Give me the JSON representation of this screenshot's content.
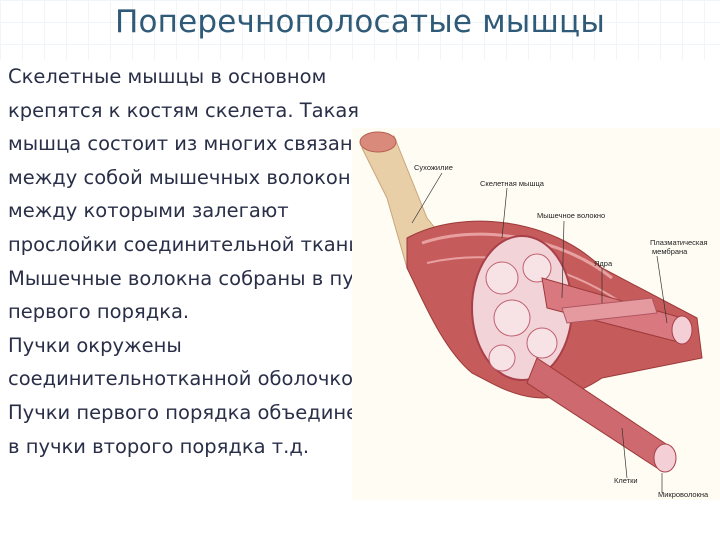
{
  "slide": {
    "title": "Поперечнополосатые мышцы",
    "paragraphs": [
      "Скелетные мышцы в основном крепятся к костям скелета. Такая мышца состоит из многих связанных между собой мышечных волокон, между которыми залегают прослойки соединительной ткани.",
      " Мышечные волокна собраны в пучки первого порядка.",
      "Пучки окружены соединительнотканной оболочкой. Пучки первого порядка объединены в пучки второго порядка т.д."
    ]
  },
  "figure": {
    "labels": {
      "tendon": "Сухожилие",
      "skeletal_muscle": "Скелетная мышца",
      "muscle_fiber": "Мышечное волокно",
      "plasma_membrane_1": "Плазматическая",
      "plasma_membrane_2": "мембрана",
      "nuclei": "Ядра",
      "cells": "Клетки",
      "microfibril": "Микроволокна"
    }
  }
}
